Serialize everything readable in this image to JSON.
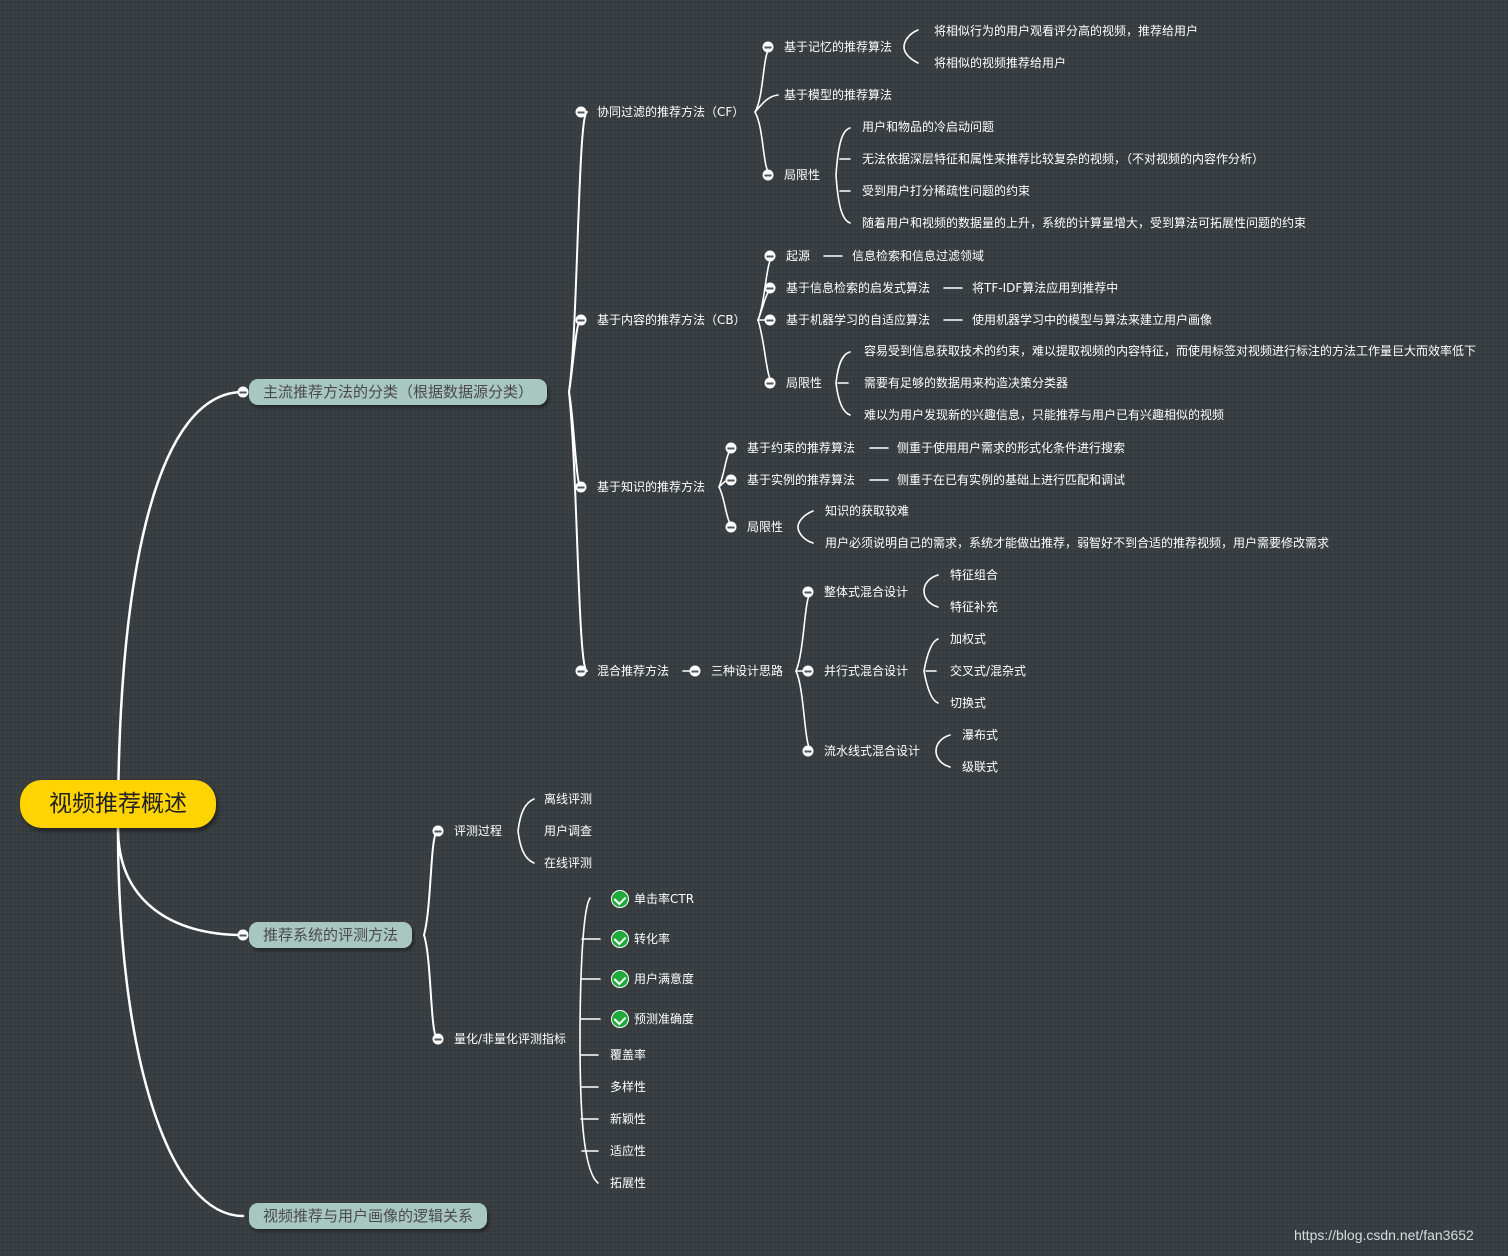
{
  "root": "视频推荐概述",
  "branches": {
    "classify": "主流推荐方法的分类（根据数据源分类）",
    "evaluate": "推荐系统的评测方法",
    "profile": "视频推荐与用户画像的逻辑关系"
  },
  "cf": {
    "label": "协同过滤的推荐方法（CF）",
    "memory": "基于记忆的推荐算法",
    "memory_1": "将相似行为的用户观看评分高的视频，推荐给用户",
    "memory_2": "将相似的视频推荐给用户",
    "model": "基于模型的推荐算法",
    "limits": "局限性",
    "limit_1": "用户和物品的冷启动问题",
    "limit_2": "无法依据深层特征和属性来推荐比较复杂的视频，（不对视频的内容作分析）",
    "limit_3": "受到用户打分稀疏性问题的约束",
    "limit_4": "随着用户和视频的数据量的上升，系统的计算量增大，受到算法可拓展性问题的约束"
  },
  "cb": {
    "label": "基于内容的推荐方法（CB）",
    "origin": "起源",
    "origin_val": "信息检索和信息过滤领域",
    "heuristic": "基于信息检索的启发式算法",
    "heuristic_val": "将TF-IDF算法应用到推荐中",
    "ml": "基于机器学习的自适应算法",
    "ml_val": "使用机器学习中的模型与算法来建立用户画像",
    "limits": "局限性",
    "limit_1": "容易受到信息获取技术的约束，难以提取视频的内容特征，而使用标签对视频进行标注的方法工作量巨大而效率低下",
    "limit_2": "需要有足够的数据用来构造决策分类器",
    "limit_3": "难以为用户发现新的兴趣信息，只能推荐与用户已有兴趣相似的视频"
  },
  "kb": {
    "label": "基于知识的推荐方法",
    "constraint": "基于约束的推荐算法",
    "constraint_val": "侧重于使用用户需求的形式化条件进行搜索",
    "instance": "基于实例的推荐算法",
    "instance_val": "侧重于在已有实例的基础上进行匹配和调试",
    "limits": "局限性",
    "limit_1": "知识的获取较难",
    "limit_2": "用户必须说明自己的需求，系统才能做出推荐，弱智好不到合适的推荐视频，用户需要修改需求"
  },
  "hybrid": {
    "label": "混合推荐方法",
    "design": "三种设计思路",
    "whole": "整体式混合设计",
    "whole_1": "特征组合",
    "whole_2": "特征补充",
    "parallel": "并行式混合设计",
    "parallel_1": "加权式",
    "parallel_2": "交叉式/混杂式",
    "parallel_3": "切换式",
    "pipeline": "流水线式混合设计",
    "pipeline_1": "瀑布式",
    "pipeline_2": "级联式"
  },
  "eval": {
    "process": "评测过程",
    "process_1": "离线评测",
    "process_2": "用户调查",
    "process_3": "在线评测",
    "metrics": "量化/非量化评测指标",
    "metric_1": "单击率CTR",
    "metric_2": "转化率",
    "metric_3": "用户满意度",
    "metric_4": "预测准确度",
    "metric_5": "覆盖率",
    "metric_6": "多样性",
    "metric_7": "新颖性",
    "metric_8": "适应性",
    "metric_9": "拓展性"
  },
  "watermark": "https://blog.csdn.net/fan3652",
  "colors": {
    "background": "#353b3e",
    "root": "#ffd400",
    "branch": "#a8c7bf",
    "check": "#1fa93a",
    "line": "#ffffff"
  },
  "icons": {
    "collapse": "collapse-minus-icon",
    "done": "check-circle-icon"
  }
}
